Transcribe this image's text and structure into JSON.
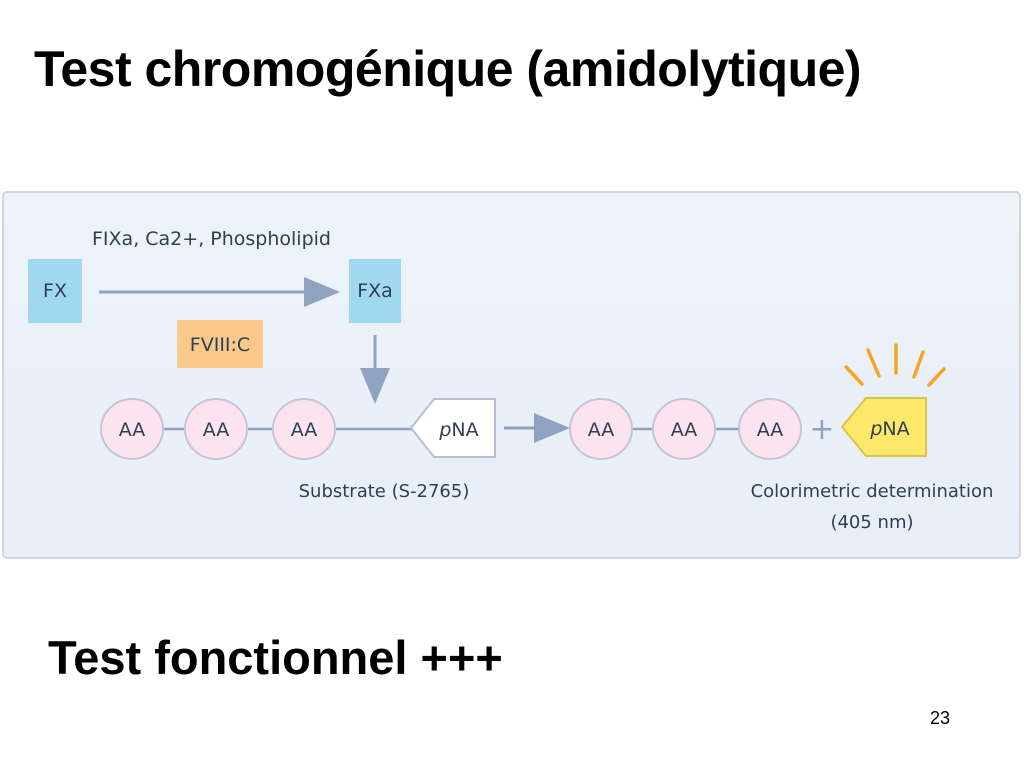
{
  "slide": {
    "title": "Test chromogénique (amidolytique)",
    "bottom_note": "Test fonctionnel +++",
    "page_number": "23"
  },
  "diagram": {
    "cofactors_label": "FIXa, Ca2+, Phospholipid",
    "fx_label": "FX",
    "fxa_label": "FXa",
    "fviii_label": "FVIII:C",
    "amino_acid_label": "AA",
    "pna_prefix": "p",
    "pna_suffix": "NA",
    "plus_sign": "+",
    "substrate_label": "Substrate (S-2765)",
    "colorimetric_label": "Colorimetric determination",
    "wavelength_label": "(405 nm)"
  },
  "colors": {
    "fx_box": "#9fd8ef",
    "fviii_box": "#f9c98a",
    "pna_released": "#fde86a",
    "aa_circle_fill": "#fbe3f0",
    "arrow": "#8fa3c0",
    "rays": "#f5a623"
  }
}
